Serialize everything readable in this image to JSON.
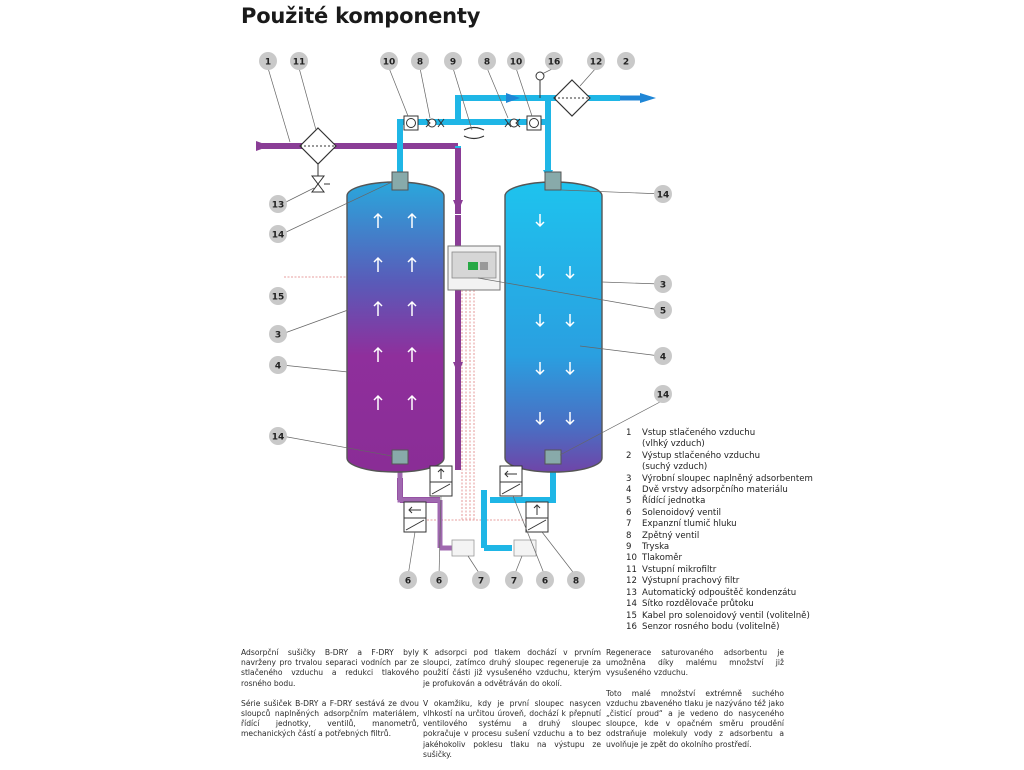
{
  "title": "Použité komponenty",
  "callouts": [
    "1",
    "11",
    "13",
    "14",
    "15",
    "3",
    "4",
    "14",
    "10",
    "8",
    "9",
    "8",
    "10",
    "16",
    "12",
    "2",
    "14",
    "3",
    "5",
    "4",
    "14",
    "6",
    "6",
    "7",
    "7",
    "6",
    "8"
  ],
  "legend": [
    {
      "num": "1",
      "text": "Vstup stlačeného vzduchu"
    },
    {
      "num": "",
      "text": "(vlhký vzduch)"
    },
    {
      "num": "2",
      "text": "Výstup stlačeného vzduchu"
    },
    {
      "num": "",
      "text": "(suchý vzduch)"
    },
    {
      "num": "3",
      "text": "Výrobní sloupec naplněný adsorbentem"
    },
    {
      "num": "4",
      "text": "Dvě vrstvy adsorpčního materiálu"
    },
    {
      "num": "5",
      "text": "Řídící jednotka"
    },
    {
      "num": "6",
      "text": "Solenoidový ventil"
    },
    {
      "num": "7",
      "text": "Expanzní tlumič hluku"
    },
    {
      "num": "8",
      "text": "Zpětný ventil"
    },
    {
      "num": "9",
      "text": "Tryska"
    },
    {
      "num": "10",
      "text": "Tlakoměr"
    },
    {
      "num": "11",
      "text": "Vstupní mikrofiltr"
    },
    {
      "num": "12",
      "text": "Výstupní prachový filtr"
    },
    {
      "num": "13",
      "text": "Automatický odpouštěč kondenzátu"
    },
    {
      "num": "14",
      "text": "Sítko rozdělovače průtoku"
    },
    {
      "num": "15",
      "text": "Kabel pro solenoidový ventil (volitelně)"
    },
    {
      "num": "16",
      "text": "Senzor rosného bodu (volitelně)"
    }
  ],
  "text": {
    "col1_p1": "Adsorpční sušičky B-DRY a F-DRY byly navrženy pro trvalou separaci vodních par ze stlačeného vzduchu a redukci tlakového rosného bodu.",
    "col1_p2": "Série sušiček B-DRY a F-DRY sestává ze dvou sloupců naplněných adsorpčním materiálem, řídící jednotky, ventilů, manometrů, mechanických částí a potřebných filtrů.",
    "col2_p1": "K adsorpci pod tlakem dochází v prvním sloupci, zatímco druhý sloupec regeneruje za použití části již vysušeného vzduchu, kterým je profukován a odvětráván do okolí.",
    "col2_p2": "V okamžiku, kdy je první sloupec nasycen vlhkostí na určitou úroveň, dochází k přepnutí ventilového systému a druhý sloupec pokračuje v procesu sušení vzduchu a to bez jakéhokoliv poklesu tlaku na výstupu ze sušičky.",
    "col3_p1": "Regenerace saturovaného adsorbentu je umožněna díky malému množství již vysušeného vzduchu.",
    "col3_p2": "Toto malé množství extrémně suchého vzduchu zbaveného tlaku je nazýváno též jako „čisticí proud“ a je vedeno do nasyceného sloupce, kde v opačném směru proudění odstraňuje molekuly vody z adsorbentu a uvolňuje je zpět do okolního prostředí."
  },
  "colors": {
    "purple": "#8a3d96",
    "blue": "#1fb6e6",
    "callout": "#c9c9c9"
  }
}
